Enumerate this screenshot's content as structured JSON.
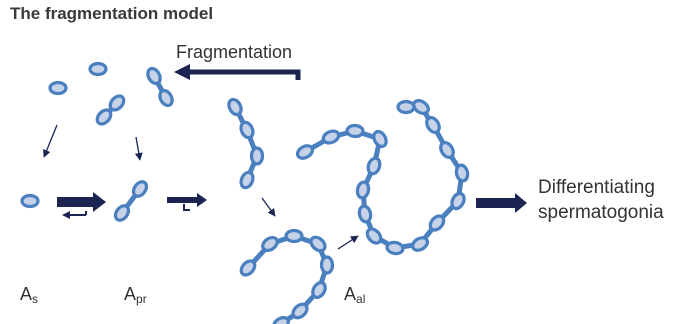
{
  "title": "The fragmentation model",
  "labels": {
    "fragmentation": "Fragmentation",
    "differentiating_line1": "Differentiating",
    "differentiating_line2": "spermatogonia",
    "as_main": "A",
    "as_sub": "s",
    "apr_main": "A",
    "apr_sub": "pr",
    "aal_main": "A",
    "aal_sub": "al"
  },
  "colors": {
    "cell_outline": "#4a7fc0",
    "cell_fill": "#c6d2e8",
    "bridge": "#4a7fc0",
    "arrow": "#1c2452"
  }
}
